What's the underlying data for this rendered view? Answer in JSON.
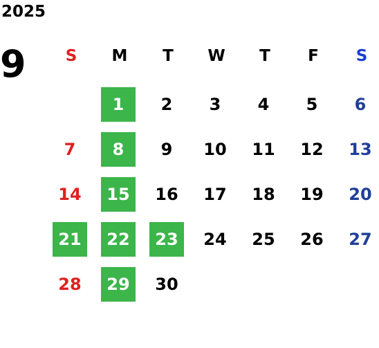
{
  "calendar": {
    "year": "2025",
    "month": "9",
    "weekdays": [
      {
        "label": "S",
        "color": "#e02020"
      },
      {
        "label": "M",
        "color": "#000000"
      },
      {
        "label": "T",
        "color": "#000000"
      },
      {
        "label": "W",
        "color": "#000000"
      },
      {
        "label": "T",
        "color": "#000000"
      },
      {
        "label": "F",
        "color": "#000000"
      },
      {
        "label": "S",
        "color": "#1a3fd0"
      }
    ],
    "colors": {
      "sunday": "#e02020",
      "saturday": "#1f3f99",
      "weekday": "#000000",
      "highlight_bg": "#3cb54a",
      "highlight_text": "#ffffff"
    },
    "first_weekday_index": 1,
    "days": [
      {
        "day": "1",
        "highlighted": true
      },
      {
        "day": "2",
        "highlighted": false
      },
      {
        "day": "3",
        "highlighted": false
      },
      {
        "day": "4",
        "highlighted": false
      },
      {
        "day": "5",
        "highlighted": false
      },
      {
        "day": "6",
        "highlighted": false
      },
      {
        "day": "7",
        "highlighted": false
      },
      {
        "day": "8",
        "highlighted": true
      },
      {
        "day": "9",
        "highlighted": false
      },
      {
        "day": "10",
        "highlighted": false
      },
      {
        "day": "11",
        "highlighted": false
      },
      {
        "day": "12",
        "highlighted": false
      },
      {
        "day": "13",
        "highlighted": false
      },
      {
        "day": "14",
        "highlighted": false
      },
      {
        "day": "15",
        "highlighted": true
      },
      {
        "day": "16",
        "highlighted": false
      },
      {
        "day": "17",
        "highlighted": false
      },
      {
        "day": "18",
        "highlighted": false
      },
      {
        "day": "19",
        "highlighted": false
      },
      {
        "day": "20",
        "highlighted": false
      },
      {
        "day": "21",
        "highlighted": true
      },
      {
        "day": "22",
        "highlighted": true
      },
      {
        "day": "23",
        "highlighted": true
      },
      {
        "day": "24",
        "highlighted": false
      },
      {
        "day": "25",
        "highlighted": false
      },
      {
        "day": "26",
        "highlighted": false
      },
      {
        "day": "27",
        "highlighted": false
      },
      {
        "day": "28",
        "highlighted": false
      },
      {
        "day": "29",
        "highlighted": true
      },
      {
        "day": "30",
        "highlighted": false
      }
    ]
  }
}
